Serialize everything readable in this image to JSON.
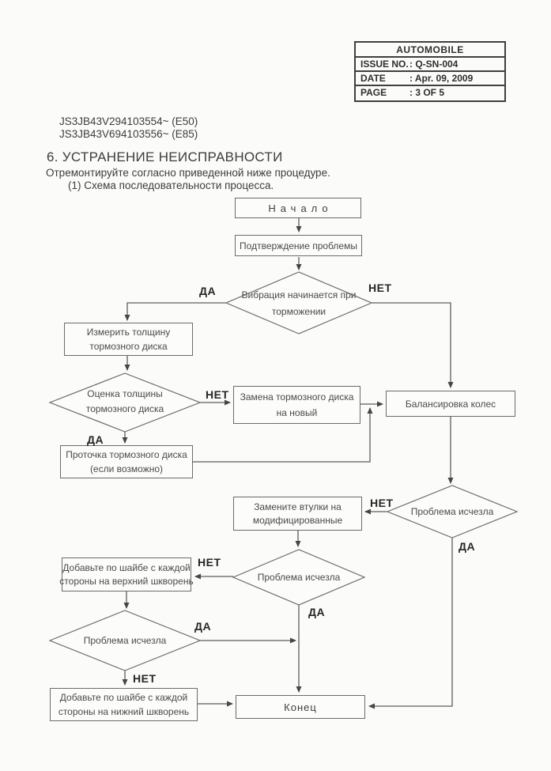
{
  "page": {
    "background": "#fbfbf9",
    "ink": "#3a3a3a",
    "line_gray": "#5d5d5d",
    "box_border": "#6b6b6b"
  },
  "header_table": {
    "title": "AUTOMOBILE",
    "rows": [
      {
        "label": "ISSUE NO.",
        "value": ": Q-SN-004"
      },
      {
        "label": "DATE",
        "value": ": Apr. 09, 2009"
      },
      {
        "label": "PAGE",
        "value": ": 3 OF 5"
      }
    ]
  },
  "applicability": {
    "line1": "JS3JB43V294103554~ (E50)",
    "line2": "JS3JB43V694103556~ (E85)"
  },
  "section": {
    "heading": "6. УСТРАНЕНИЕ НЕИСПРАВНОСТИ",
    "instruction": "Отремонтируйте согласно приведенной ниже процедуре.",
    "list_item": "(1) Схема последовательности процесса."
  },
  "flowchart": {
    "boxes": {
      "start": {
        "lines": [
          "Начало"
        ]
      },
      "confirm": {
        "lines": [
          "Подтверждение проблемы"
        ]
      },
      "measure": {
        "lines": [
          "Измерить толщину",
          "тормозного диска"
        ]
      },
      "replace": {
        "lines": [
          "Замена тормозного диска",
          "на новый"
        ]
      },
      "balance": {
        "lines": [
          "Балансировка колес"
        ]
      },
      "regrind": {
        "lines": [
          "Проточка тормозного диска",
          "(если возможно)"
        ]
      },
      "bushings": {
        "lines": [
          "Замените втулки на",
          "модифицированные"
        ]
      },
      "upper_shim": {
        "lines": [
          "Добавьте по шайбе с каждой",
          "стороны на верхний шкворень"
        ]
      },
      "lower_shim": {
        "lines": [
          "Добавьте по шайбе с каждой",
          "стороны на нижний шкворень"
        ]
      },
      "end": {
        "lines": [
          "Конец"
        ]
      }
    },
    "decisions": {
      "vibration": {
        "lines": [
          "Вибрация начинается при",
          "торможении"
        ]
      },
      "thickness": {
        "lines": [
          "Оценка толщины",
          "тормозного диска"
        ]
      },
      "problem1": {
        "lines": [
          "Проблема исчезла"
        ]
      },
      "problem2": {
        "lines": [
          "Проблема исчезла"
        ]
      },
      "problem3": {
        "lines": [
          "Проблема исчезла"
        ]
      }
    },
    "branch_labels": {
      "vibration_yes": "ДА",
      "vibration_no": "НЕТ",
      "thickness_yes": "ДА",
      "thickness_no": "НЕТ",
      "problem1_yes": "ДА",
      "problem1_no": "НЕТ",
      "problem2_yes": "ДА",
      "problem2_no": "НЕТ",
      "problem3_yes": "ДА",
      "problem3_no": "НЕТ"
    }
  }
}
